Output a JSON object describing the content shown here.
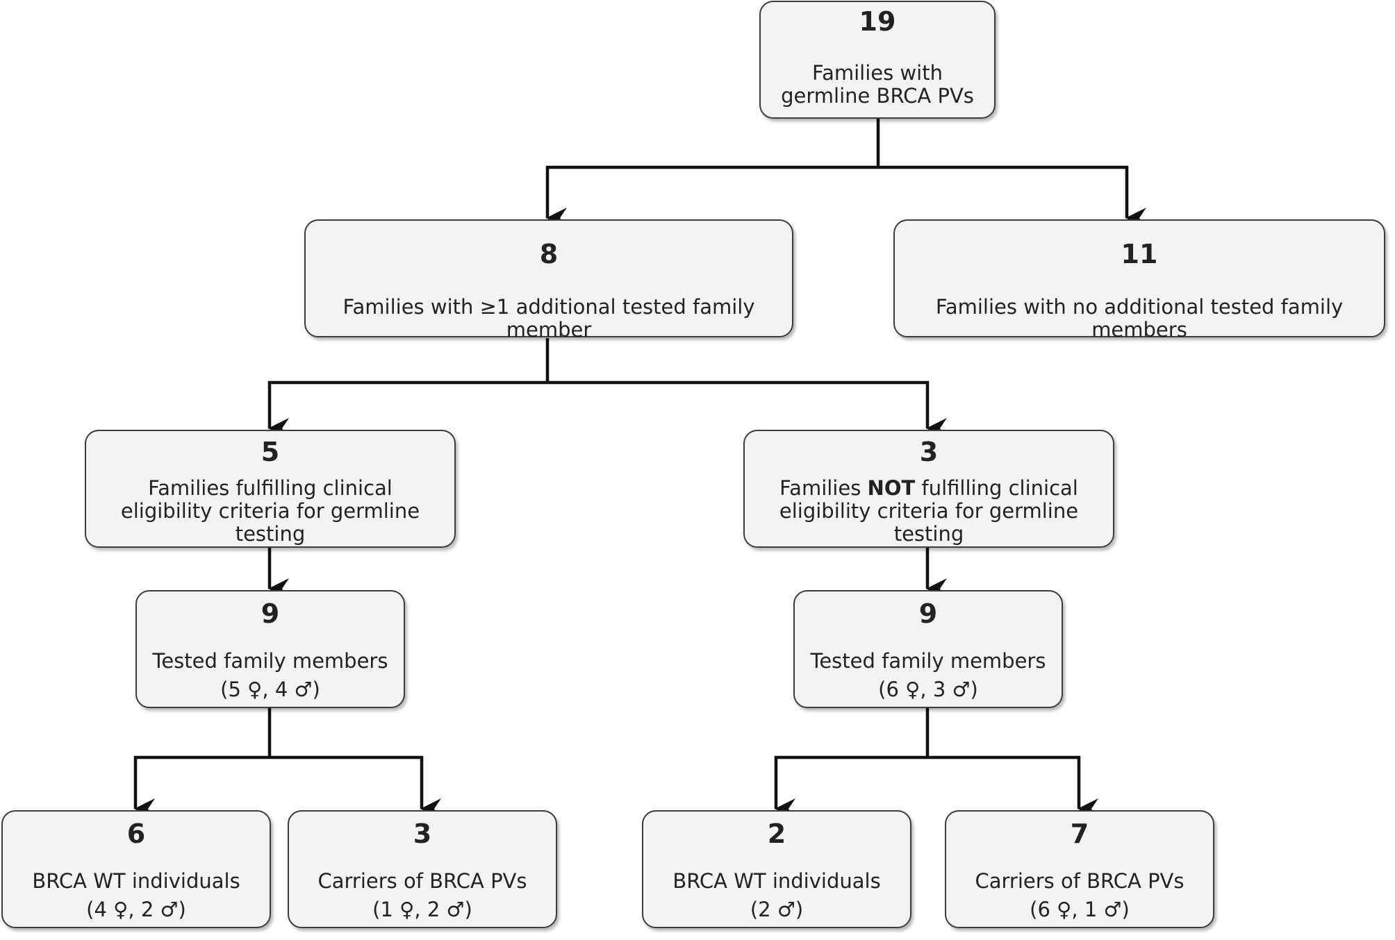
{
  "nodes": {
    "root": {
      "count": "19",
      "label": "Families with germline BRCA PVs"
    },
    "additional": {
      "count": "8",
      "label": "Families with ≥1 additional tested family member"
    },
    "no_additional": {
      "count": "11",
      "label": "Families with no additional tested family members"
    },
    "eligible": {
      "count": "5",
      "label": "Families fulfilling clinical eligibility criteria for germline testing"
    },
    "not_eligible": {
      "count": "3",
      "label_before": "Families ",
      "label_emphasis": "NOT",
      "label_after": " fulfilling clinical eligibility criteria for germline testing"
    },
    "tested_eligible": {
      "count": "9",
      "label": "Tested family members",
      "sex": "(5 ♀, 4 ♂)"
    },
    "tested_not_eligible": {
      "count": "9",
      "label": "Tested family members",
      "sex": "(6 ♀, 3 ♂)"
    },
    "wt_eligible": {
      "count": "6",
      "label": "BRCA WT individuals",
      "sex": "(4 ♀, 2 ♂)"
    },
    "carriers_eligible": {
      "count": "3",
      "label": "Carriers of BRCA PVs",
      "sex": "(1 ♀, 2 ♂)"
    },
    "wt_not_eligible": {
      "count": "2",
      "label": "BRCA WT individuals",
      "sex": "(2 ♂)"
    },
    "carriers_not_eligible": {
      "count": "7",
      "label": "Carriers of BRCA PVs",
      "sex": "(6 ♀, 1 ♂)"
    }
  }
}
